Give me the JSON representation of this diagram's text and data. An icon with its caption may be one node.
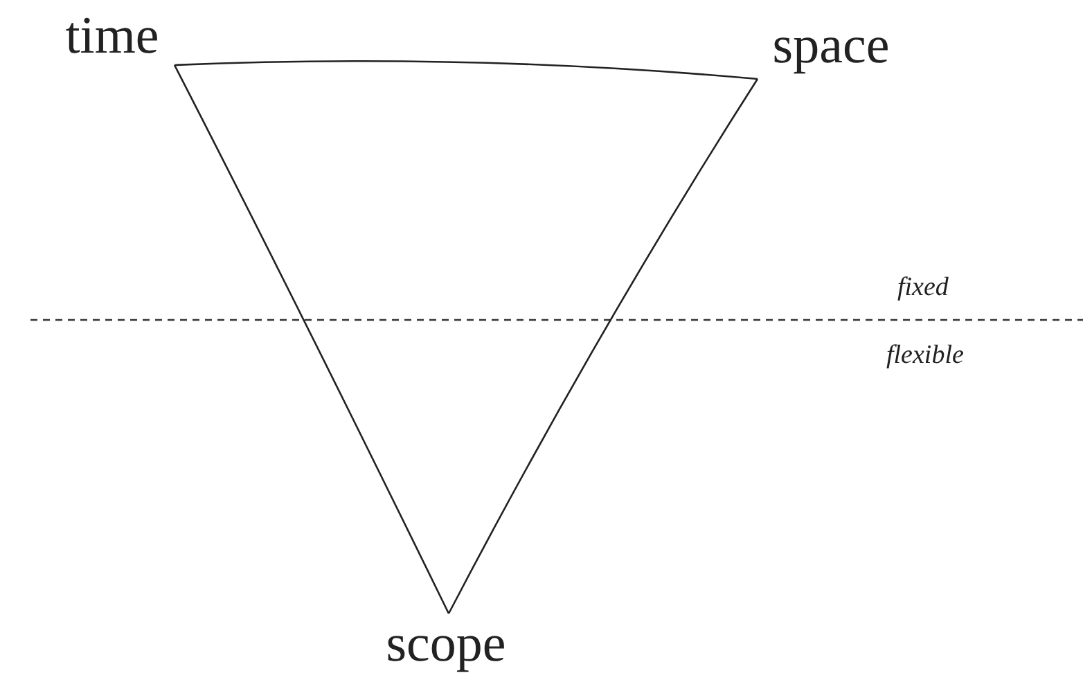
{
  "diagram": {
    "nodes": [
      {
        "text": [
          "time"
        ]
      },
      {
        "text": [
          "space"
        ]
      },
      {
        "text": [
          "scope"
        ]
      }
    ],
    "edges": [
      {
        "from": 0,
        "to": 1,
        "arrow": "none"
      },
      {
        "from": 1,
        "to": 2,
        "arrow": "none"
      },
      {
        "from": 2,
        "to": 0,
        "arrow": "none"
      }
    ],
    "labels": [
      "fixed",
      "flexible"
    ]
  }
}
